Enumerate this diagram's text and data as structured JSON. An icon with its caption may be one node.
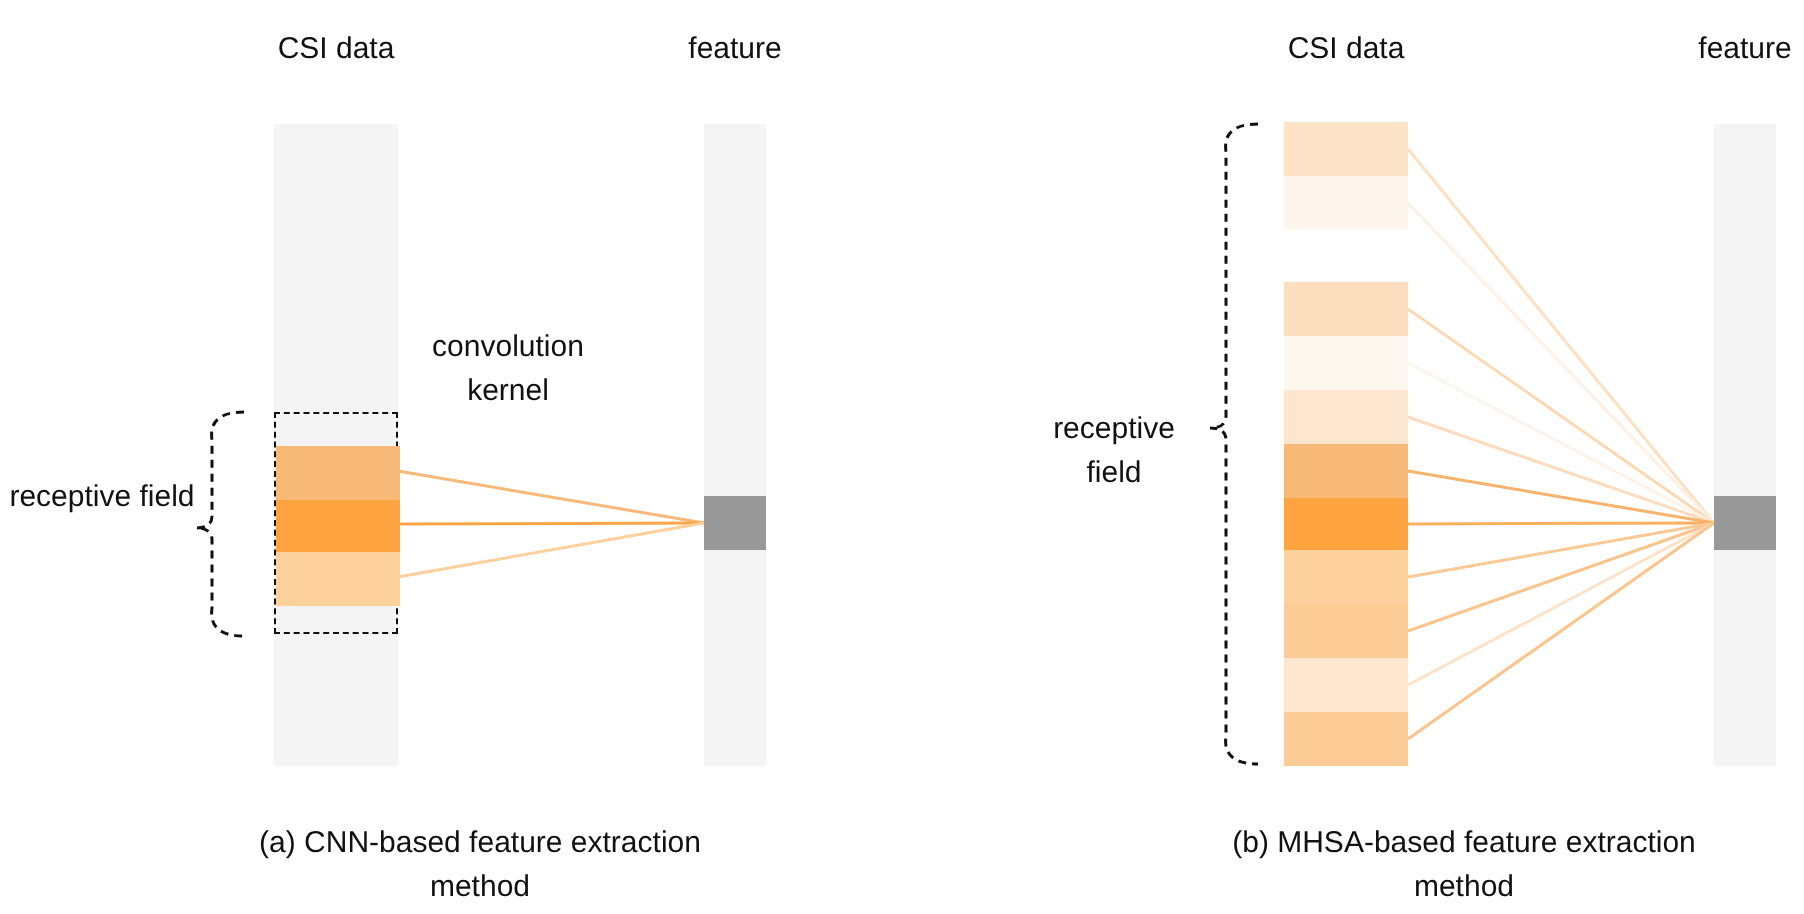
{
  "diagram": {
    "nodes": [
      {
        "text": [
          "CSI data"
        ]
      },
      {
        "text": [],
        "shape": "box",
        "in": 0,
        "beside": [
          "convolution kernel"
        ]
      },
      {
        "text": [],
        "shape": "box",
        "in": 1
      },
      {
        "text": [],
        "shape": "box",
        "in": 1
      },
      {
        "text": [],
        "shape": "box",
        "in": 1
      },
      {
        "text": [
          "feature"
        ]
      },
      {
        "text": [],
        "shape": "box",
        "in": 5
      },
      {
        "text": [],
        "shape": "box"
      },
      {
        "text": [],
        "shape": "box"
      },
      {
        "text": [],
        "shape": "box"
      },
      {
        "text": [],
        "shape": "box"
      },
      {
        "text": [],
        "shape": "box"
      },
      {
        "text": [],
        "shape": "box"
      },
      {
        "text": [],
        "shape": "box"
      },
      {
        "text": [],
        "shape": "box"
      },
      {
        "text": [],
        "shape": "box"
      },
      {
        "text": [],
        "shape": "box"
      },
      {
        "text": [],
        "shape": "box"
      },
      {
        "text": [
          "feature"
        ]
      },
      {
        "text": [],
        "shape": "box",
        "in": 18
      }
    ],
    "edges": [
      {
        "from": 2,
        "to": 6,
        "arrow": "none",
        "color": "#f8b878"
      },
      {
        "from": 3,
        "to": 6,
        "arrow": "none",
        "color": "#fca647"
      },
      {
        "from": 4,
        "to": 6,
        "arrow": "none",
        "color": "#fdd09c"
      },
      {
        "from": 7,
        "to": 19,
        "arrow": "none",
        "color": "#fde0c2"
      },
      {
        "from": 8,
        "to": 19,
        "arrow": "none",
        "color": "#fef0e2"
      },
      {
        "from": 9,
        "to": 19,
        "arrow": "none",
        "color": "#fcd9b4"
      },
      {
        "from": 10,
        "to": 19,
        "arrow": "none",
        "color": "#fef3e8"
      },
      {
        "from": 11,
        "to": 19,
        "arrow": "none",
        "color": "#fcdcbc"
      },
      {
        "from": 12,
        "to": 19,
        "arrow": "none",
        "color": "#f7b26c"
      },
      {
        "from": 13,
        "to": 19,
        "arrow": "none",
        "color": "#fbb060"
      },
      {
        "from": 14,
        "to": 19,
        "arrow": "none",
        "color": "#fcc894"
      },
      {
        "from": 15,
        "to": 19,
        "arrow": "none",
        "color": "#fbc48c"
      },
      {
        "from": 16,
        "to": 19,
        "arrow": "none",
        "color": "#fde2c8"
      },
      {
        "from": 17,
        "to": 19,
        "arrow": "none",
        "color": "#fbc48c"
      }
    ],
    "labels": [
      "CSI data",
      "receptive field",
      "receptive field",
      "(a) CNN-based feature extraction method",
      "(b) MHSA-based feature extraction method"
    ]
  }
}
